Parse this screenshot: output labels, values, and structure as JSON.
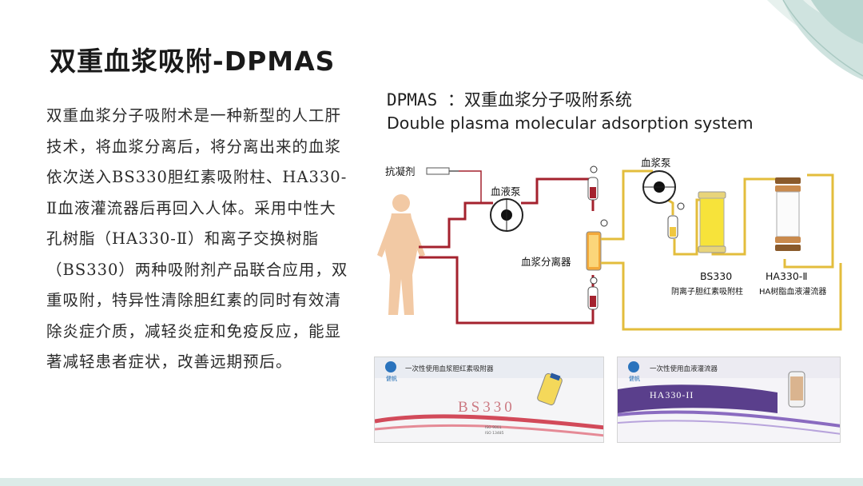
{
  "slide": {
    "title": "双重血浆吸附-DPMAS",
    "body": "双重血浆分子吸附术是一种新型的人工肝技术，将血浆分离后，将分离出来的血浆依次送入BS330胆红素吸附柱、HA330-Ⅱ血液灌流器后再回入人体。采用中性大孔树脂（HA330-Ⅱ）和离子交换树脂（BS330）两种吸附剂产品联合应用，双重吸附，特异性清除胆红素的同时有效清除炎症介质，减轻炎症和免疫反应，能显著减轻患者症状，改善远期预后。"
  },
  "diagram": {
    "title_cn": "DPMAS ：双重血浆分子吸附系统",
    "title_en": "Double plasma molecular adsorption system",
    "labels": {
      "anticoagulant": "抗凝剂",
      "blood_pump": "血液泵",
      "plasma_pump": "血浆泵",
      "plasma_separator": "血浆分离器",
      "bs330_model": "BS330",
      "bs330_desc": "阴离子胆红素吸附柱",
      "ha330_model": "HA330-Ⅱ",
      "ha330_desc": "HA树脂血液灌流器"
    },
    "colors": {
      "blood_line": "#a4222e",
      "plasma_line": "#e3bd3c",
      "yellow_column": "#f7e33a",
      "body_figure": "#f2c9a4"
    }
  },
  "products": {
    "left": {
      "name": "一次性使用血浆胆红素吸附器",
      "brand": "健帆",
      "model": "BS330",
      "fine_print": [
        "ISO 9001",
        "ISO 13485"
      ]
    },
    "right": {
      "name": "一次性使用血液灌流器",
      "brand": "健帆",
      "model": "HA330-II"
    }
  },
  "decor": {
    "leaf_color": "#cfe3df",
    "bottom_band_color": "#dcebe8"
  }
}
